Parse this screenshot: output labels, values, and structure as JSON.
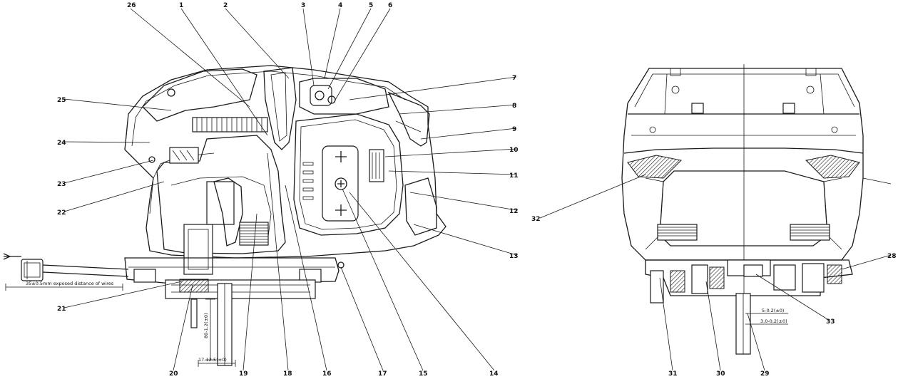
{
  "part_numbers": [
    "26",
    "1",
    "2",
    "3",
    "4",
    "5",
    "6",
    "7",
    "8",
    "9",
    "10",
    "11",
    "12",
    "13",
    "14",
    "15",
    "17",
    "16",
    "18",
    "19",
    "20",
    "21",
    "22",
    "23",
    "24",
    "25",
    "32",
    "28",
    "31",
    "30",
    "29",
    "33"
  ],
  "annotations": {
    "wire_exposed": "35±0.5mm exposed distance of wires",
    "dim_a": "80-1.2(±0)",
    "dim_b": "17-12.5(±0)",
    "dim_c": "5-0.2(±0)",
    "dim_d": "3.0-0.2(±0)"
  }
}
